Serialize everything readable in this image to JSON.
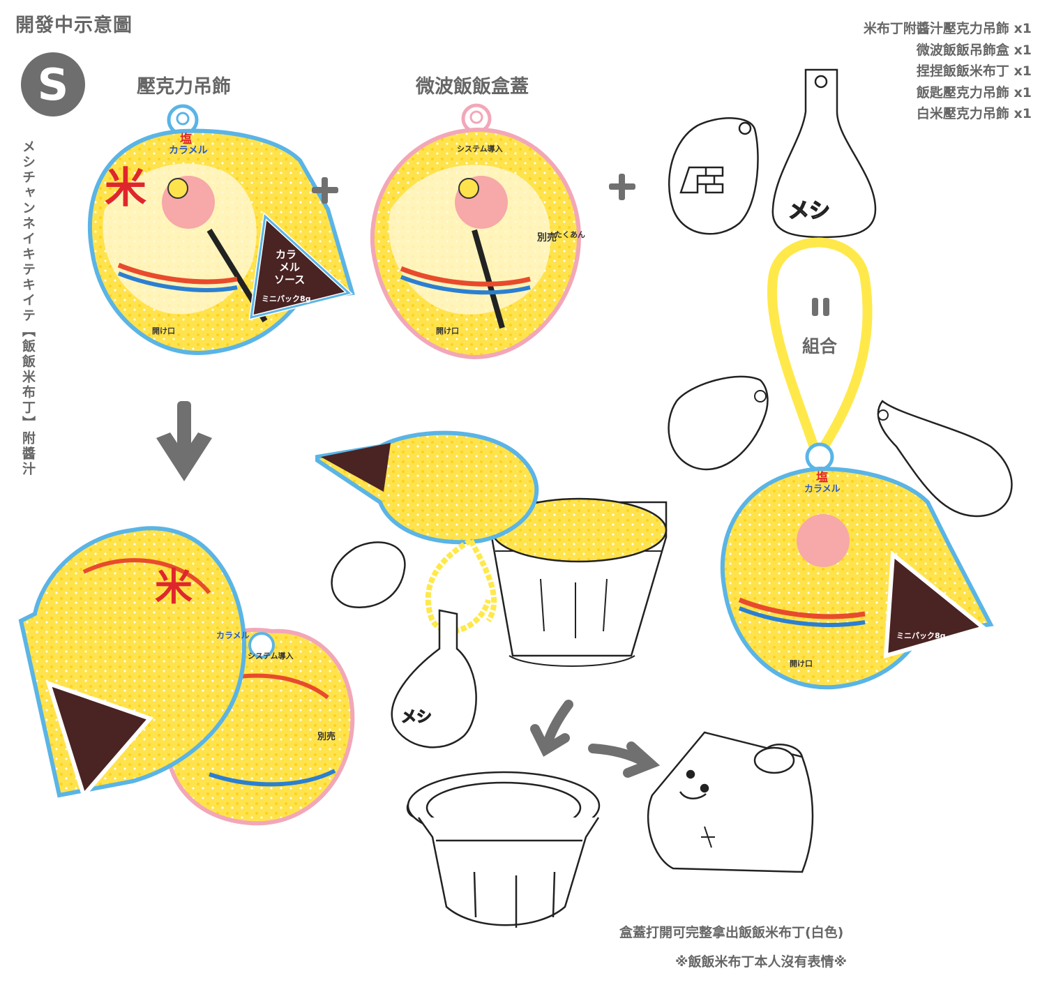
{
  "header": {
    "title": "開發中示意圖",
    "size_badge": "S"
  },
  "vertical_caption": "メシチャンネイキテキイテ【飯飯米布丁】附醬汁",
  "sections": {
    "acrylic_charm": "壓克力吊飾",
    "lid": "微波飯飯盒蓋",
    "combine": "組合"
  },
  "contents": [
    "米布丁附醬汁壓克力吊飾 x1",
    "微波飯飯吊飾盒 x1",
    "捏捏飯飯米布丁 x1",
    "飯匙壓克力吊飾 x1",
    "白米壓克力吊飾 x1"
  ],
  "notes": {
    "open_lid": "盒蓋打開可完整拿出飯飯米布丁(白色)",
    "no_expression": "※飯飯米布丁本人沒有表情※"
  },
  "artwork_text": {
    "salt": "塩",
    "caramel": "カラメル",
    "caramel_sauce_1": "カラ",
    "caramel_sauce_2": "メル",
    "caramel_sauce_3": "ソース",
    "mini_pack": "ミニパック8g",
    "open_here": "開け口",
    "system": "システム導入",
    "sold_separately": "別売",
    "takuan": "たくあん",
    "rice_kanji": "米",
    "meshi": "メシ"
  },
  "colors": {
    "text_gray": "#666666",
    "badge": "#6e6e6e",
    "arrow": "#707070",
    "chain_yellow": "#ffe94a",
    "charm_yellow": "#ffe34d",
    "charm_outline_blue": "#5ab4e6",
    "lid_outline_pink": "#f2a7b8",
    "sauce_brown": "#4a2323"
  }
}
